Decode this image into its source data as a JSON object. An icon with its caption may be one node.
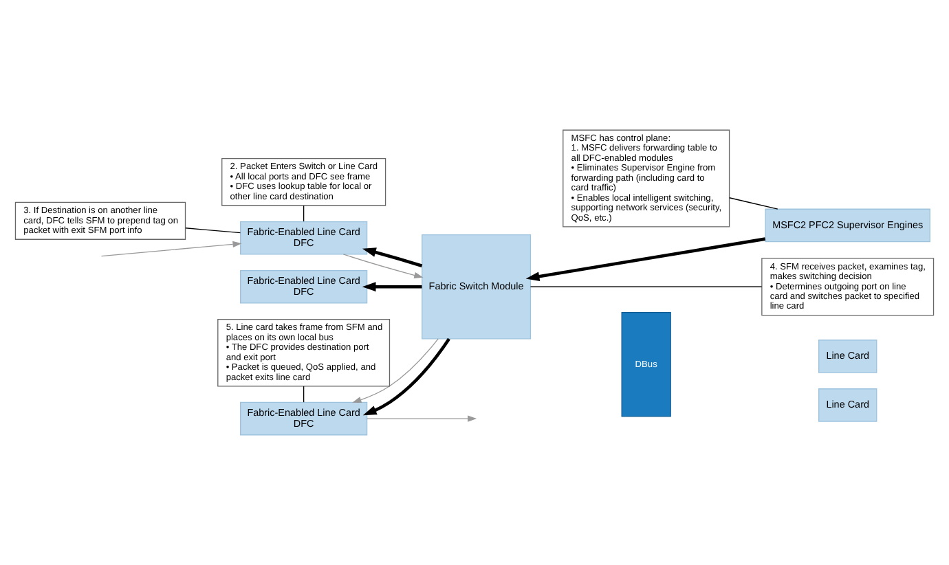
{
  "diagram": {
    "nodes": [
      {
        "text": [
          "2. Packet Enters Switch or Line Card",
          "• All local ports and DFC see frame",
          "• DFC uses lookup table for local or other line card destination"
        ]
      },
      {
        "text": [
          "3. If Destination is on another line card, DFC tells SFM to prepend tag on packet with exit SFM port info"
        ]
      },
      {
        "text": [
          "Fabric-Enabled Line Card",
          "DFC"
        ]
      },
      {
        "text": [
          "Fabric-Enabled Line Card",
          "DFC"
        ]
      },
      {
        "text": [
          "Fabric-Enabled Line Card",
          "DFC"
        ]
      },
      {
        "text": [
          "Fabric Switch Module"
        ]
      },
      {
        "text": [
          "DBus"
        ]
      },
      {
        "text": [
          "MSFC2 PFC2 Supervisor Engines"
        ]
      },
      {
        "text": [
          "Line Card"
        ]
      },
      {
        "text": [
          "Line Card"
        ]
      },
      {
        "text": [
          "MSFC has control plane:",
          "1. MSFC delivers forwarding table to all DFC-enabled modules",
          "• Eliminates Supervisor Engine from forwarding path (including card to card traffic)",
          "• Enables local intelligent switching, supporting network services (security, QoS, etc.)"
        ]
      },
      {
        "text": [
          "5. Line card takes frame from SFM and places on its own local bus",
          "• The DFC provides destination port and exit port",
          "• Packet is queued, QoS applied, and packet exits line card"
        ]
      },
      {
        "text": [
          "4. SFM receives packet, examines tag, makes switching decision",
          "• Determines outgoing port on line card and switches packet to specified line card"
        ]
      }
    ],
    "edges": [
      {
        "from": 0,
        "to": 2,
        "arrow": "none"
      },
      {
        "from": 1,
        "to": 2,
        "arrow": "none"
      },
      {
        "from": null,
        "to": 2,
        "arrow": "to",
        "color": "#999999"
      },
      {
        "from": 2,
        "to": 5,
        "arrow": "to",
        "color": "#999999"
      },
      {
        "from": 7,
        "to": 5,
        "arrow": "to",
        "style": "thick"
      },
      {
        "from": 5,
        "to": 2,
        "arrow": "to",
        "style": "thick"
      },
      {
        "from": 5,
        "to": 3,
        "arrow": "to",
        "style": "thick"
      },
      {
        "from": 5,
        "to": 4,
        "arrow": "to",
        "style": "thick"
      },
      {
        "from": 5,
        "to": 4,
        "arrow": "to",
        "color": "#999999"
      },
      {
        "from": 4,
        "to": null,
        "arrow": "to",
        "color": "#999999"
      },
      {
        "from": 10,
        "to": 7,
        "arrow": "none"
      },
      {
        "from": 11,
        "to": 4,
        "arrow": "none"
      },
      {
        "from": 12,
        "to": 5,
        "arrow": "none"
      }
    ]
  }
}
